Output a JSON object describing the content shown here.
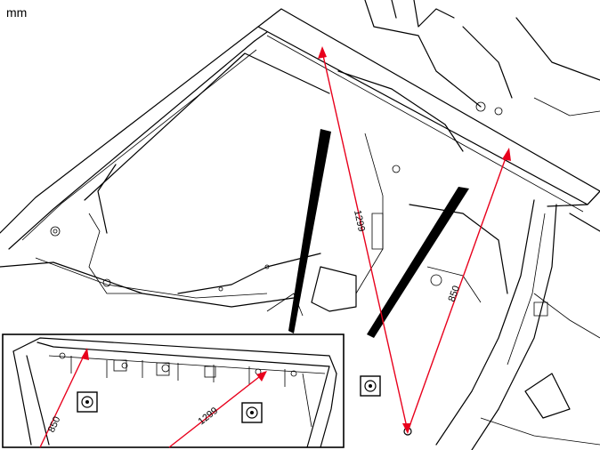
{
  "unit_label": "mm",
  "dimensions": {
    "main_diagonal": "1299",
    "main_side": "850",
    "inset_diagonal": "1299",
    "inset_side": "850"
  },
  "colors": {
    "dimension_line": "#e8001c",
    "outline": "#000000",
    "background": "#ffffff"
  },
  "icons": [
    "reference-point-marker-icon"
  ]
}
